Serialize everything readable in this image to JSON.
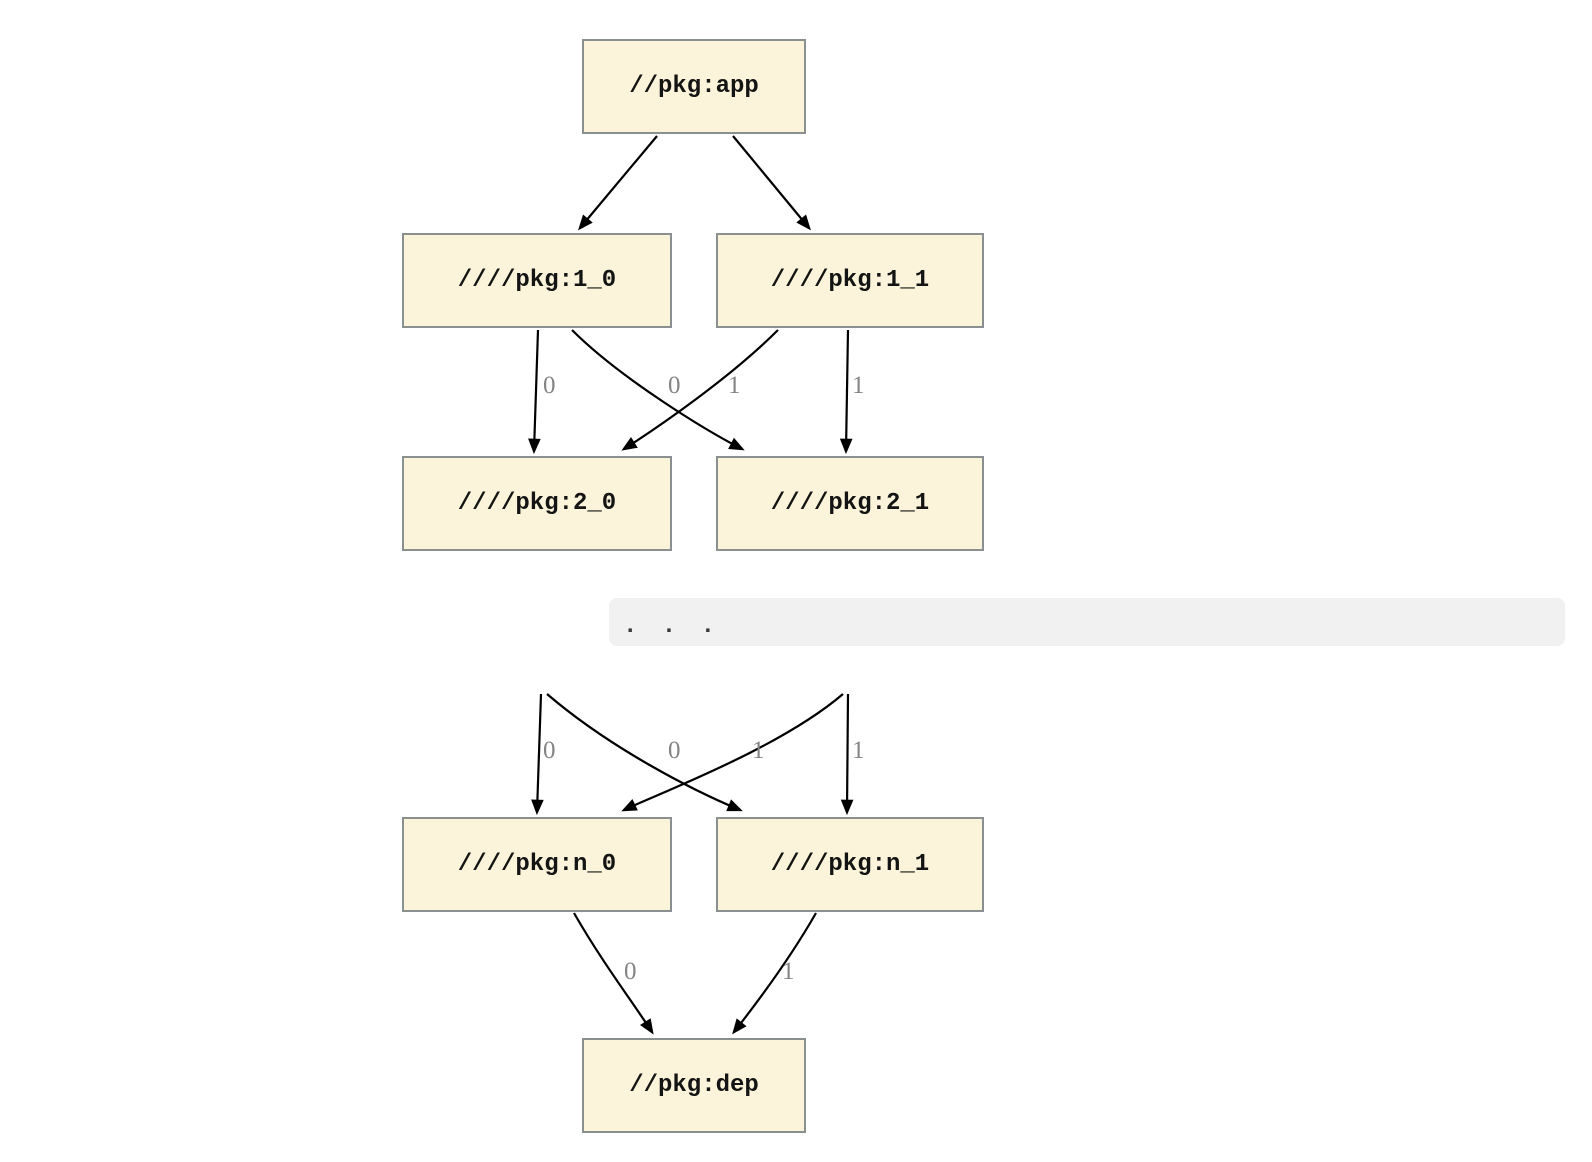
{
  "colors": {
    "node_fill": "#FCF4DA",
    "node_border": "#8A9090",
    "edge": "#000000",
    "edge_label": "#848484",
    "ellipsis_bar_bg": "#F1F1F1",
    "ellipsis_text": "#3A3A3A",
    "node_text": "#141414",
    "page_bg": "#FFFFFF"
  },
  "nodes": {
    "app": "//pkg:app",
    "l1_0": "////pkg:1_0",
    "l1_1": "////pkg:1_1",
    "l2_0": "////pkg:2_0",
    "l2_1": "////pkg:2_1",
    "ln_0": "////pkg:n_0",
    "ln_1": "////pkg:n_1",
    "dep": "//pkg:dep"
  },
  "edge_labels": {
    "upper": [
      "0",
      "0",
      "1",
      "1"
    ],
    "lower": [
      "0",
      "0",
      "1",
      "1"
    ],
    "bottom": [
      "0",
      "1"
    ]
  },
  "ellipsis": ". . ."
}
